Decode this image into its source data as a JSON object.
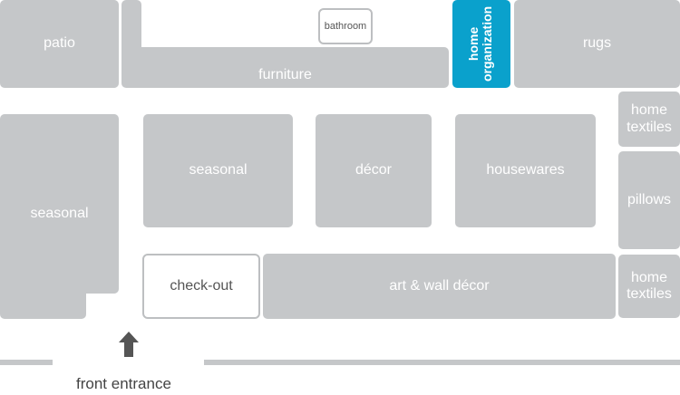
{
  "areas": {
    "patio": "patio",
    "furniture": "furniture",
    "bathroom": "bathroom",
    "home_organization": [
      "home",
      "organization"
    ],
    "rugs": "rugs",
    "home_textiles_top": [
      "home",
      "textiles"
    ],
    "pillows": "pillows",
    "seasonal_left": "seasonal",
    "seasonal_center": "seasonal",
    "decor": "décor",
    "housewares": "housewares",
    "checkout": "check-out",
    "art_wall_decor": "art & wall décor",
    "home_textiles_bottom": [
      "home",
      "textiles"
    ]
  },
  "entrance": {
    "label": "front entrance",
    "arrow_icon": "up-arrow-icon"
  },
  "colors": {
    "area_fill": "#c5c7c9",
    "highlight": "#0aa1cc",
    "outline": "#bdbfc1"
  }
}
